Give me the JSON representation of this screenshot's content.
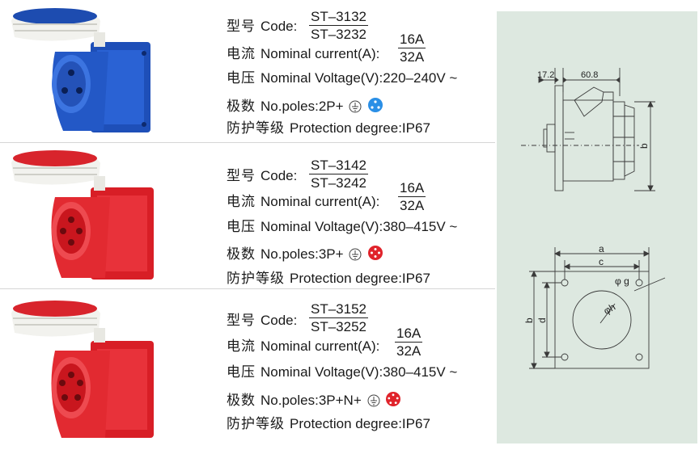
{
  "labels": {
    "code_cn": "型号",
    "code_en": "Code:",
    "current_cn": "电流",
    "current_en": "Nominal current(A):",
    "voltage_cn": "电压",
    "voltage_en": "Nominal Voltage(V):",
    "poles_cn": "极数",
    "poles_en": "No.poles:",
    "protection_cn": "防护等级",
    "protection_en": "Protection degree:"
  },
  "products": [
    {
      "code_top": "ST–3132",
      "code_bottom": "ST–3232",
      "current_top": "16A",
      "current_bottom": "32A",
      "voltage": "220–240V ~",
      "poles": "2P+",
      "protection": "IP67",
      "color": "#2558c8",
      "pins": 3
    },
    {
      "code_top": "ST–3142",
      "code_bottom": "ST–3242",
      "current_top": "16A",
      "current_bottom": "32A",
      "voltage": "380–415V ~",
      "poles": "3P+",
      "protection": "IP67",
      "color": "#e0232b",
      "pins": 4
    },
    {
      "code_top": "ST–3152",
      "code_bottom": "ST–3252",
      "current_top": "16A",
      "current_bottom": "32A",
      "voltage": "380–415V ~",
      "poles": "3P+N+",
      "protection": "IP67",
      "color": "#e0232b",
      "pins": 5
    }
  ],
  "drawing": {
    "dim_depth": "17.2",
    "dim_length": "60.8",
    "dim_b_side": "b",
    "dim_a": "a",
    "dim_c": "c",
    "dim_b_front": "b",
    "dim_d": "d",
    "dim_phi_g": "φ g",
    "dim_phi_h": "φh"
  }
}
